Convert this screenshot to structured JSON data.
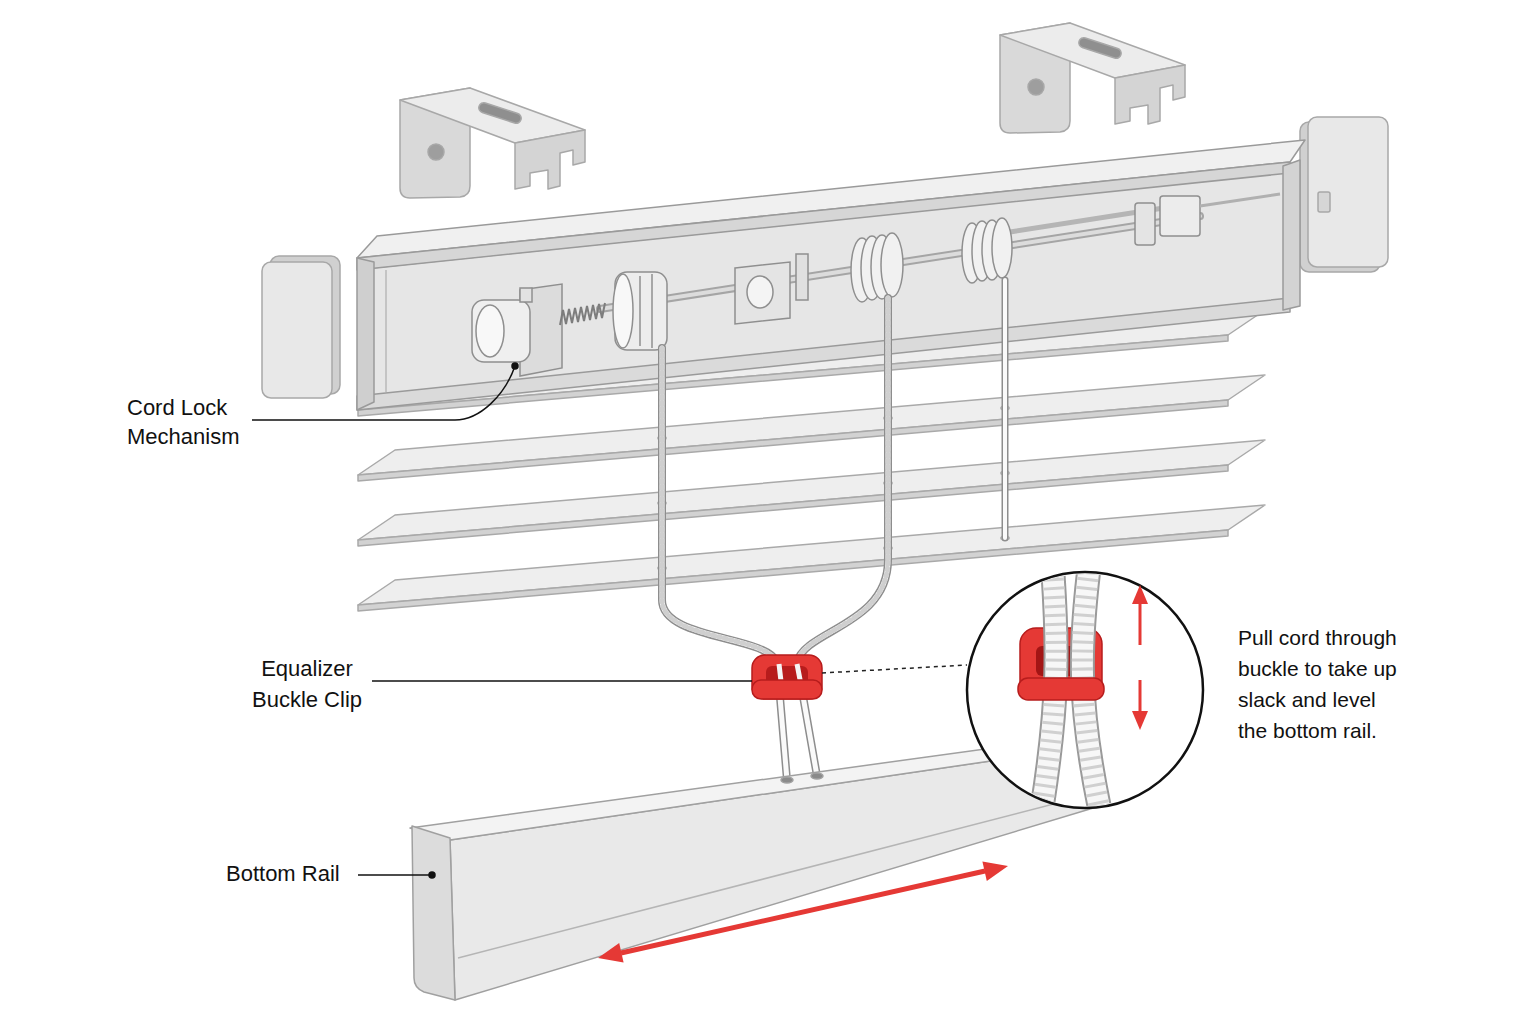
{
  "diagram": {
    "labels": [
      "Cord Lock Mechanism",
      "Equalizer Buckle Clip",
      "Bottom Rail",
      "Pull cord through buckle to take up slack and level the bottom rail."
    ]
  }
}
